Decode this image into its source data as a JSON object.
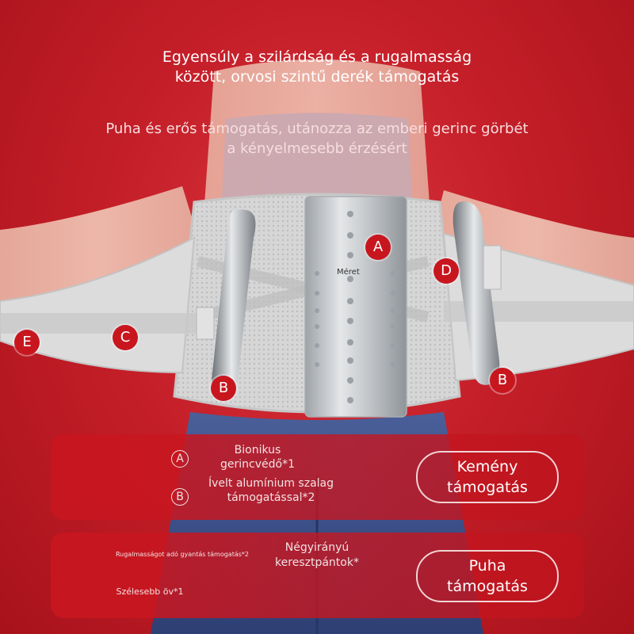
{
  "headline": {
    "line1": "Egyensúly a szilárdság és a rugalmasság",
    "line2": "között, orvosi szintű derék támogatás"
  },
  "subheadline": {
    "line1": "Puha és erős támogatás, utánozza az emberi gerinc görbét",
    "line2": "a kényelmesebb érzésért"
  },
  "markers": {
    "a": "A",
    "b_left": "B",
    "b_right": "B",
    "c": "C",
    "d": "D",
    "e": "E"
  },
  "plate_label": "Méret",
  "panel_hard": {
    "item_a_letter": "A",
    "item_a_line1": "Bionikus",
    "item_a_line2": "gerincvédő*1",
    "item_b_letter": "B",
    "item_b_line1": "Ívelt alumínium szalag",
    "item_b_line2": "támogatással*2",
    "button_line1": "Kemény",
    "button_line2": "támogatás"
  },
  "panel_soft": {
    "resin_text": "Rugalmasságot adó gyantás támogatás*2",
    "cross_line1": "Négyirányú",
    "cross_line2": "keresztpántok*",
    "wide_text": "Szélesebb öv*1",
    "button_line1": "Puha",
    "button_line2": "támogatás"
  },
  "colors": {
    "background_red": "#c51f29",
    "marker_red": "#c8161f",
    "belt_gray": "#d9d9d9",
    "plate_silver": "#bfc3c7",
    "pants_blue": "#3b4f8a"
  }
}
